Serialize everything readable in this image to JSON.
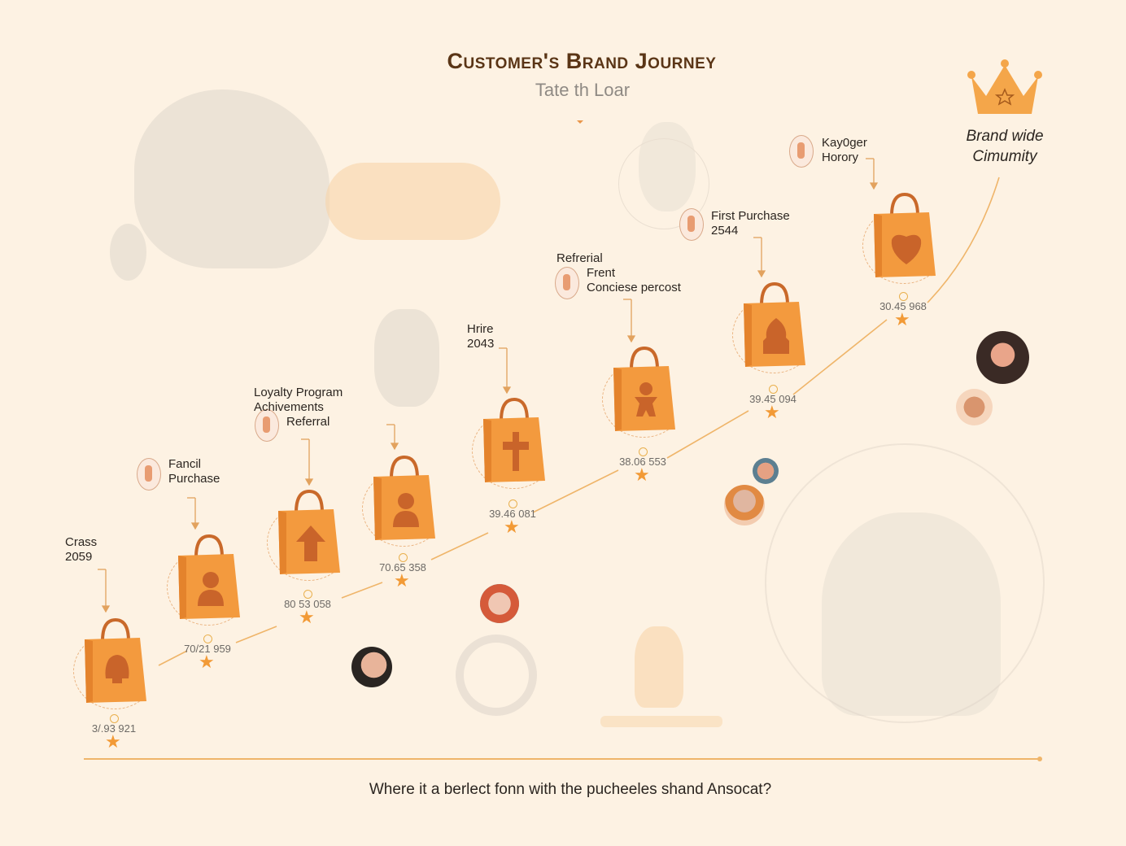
{
  "header": {
    "title": "Customer's Brand Journey",
    "subtitle": "Tate th Loar"
  },
  "footer": {
    "question": "Where it a berlect fonn with the pucheeles shand Ansocat?"
  },
  "colors": {
    "background": "#fdf2e3",
    "bag": "#f39a3e",
    "bag_shade": "#e4832c",
    "bag_emblem": "#c9642a",
    "title": "#5a3516",
    "line": "#efb56a",
    "star": "#f29a36"
  },
  "milestones": [
    {
      "value": "3/.93 921",
      "emblem": "bell-icon",
      "label": [
        "Crass",
        "2059"
      ],
      "has_medal": false
    },
    {
      "value": "70/21 959",
      "emblem": "person-icon",
      "label": [
        "Fancil",
        "Purchase"
      ],
      "has_medal": true
    },
    {
      "value": "80 53 058",
      "emblem": "arrow-up-icon",
      "label": [
        "Loyalty Program",
        "Achivements",
        "Referral"
      ],
      "has_medal": true
    },
    {
      "value": "70.65 358",
      "emblem": "person-icon",
      "label": [],
      "has_medal": false
    },
    {
      "value": "39.46 081",
      "emblem": "cross-icon",
      "label": [
        "Hrire",
        "2043"
      ],
      "has_medal": false
    },
    {
      "value": "38.06 553",
      "emblem": "gingerbread-icon",
      "label": [
        "Refrerial",
        "Frent",
        "Conciese percost"
      ],
      "has_medal": true
    },
    {
      "value": "39.45 094",
      "emblem": "house-icon",
      "label": [
        "First Purchase",
        "2544"
      ],
      "has_medal": true
    },
    {
      "value": "30.45 968",
      "emblem": "heart-icon",
      "label": [
        "Kay0ger",
        "Horory"
      ],
      "has_medal": true
    }
  ],
  "goal": {
    "icon": "crown-icon",
    "label": [
      "Brand wide",
      "Cimumity"
    ]
  }
}
